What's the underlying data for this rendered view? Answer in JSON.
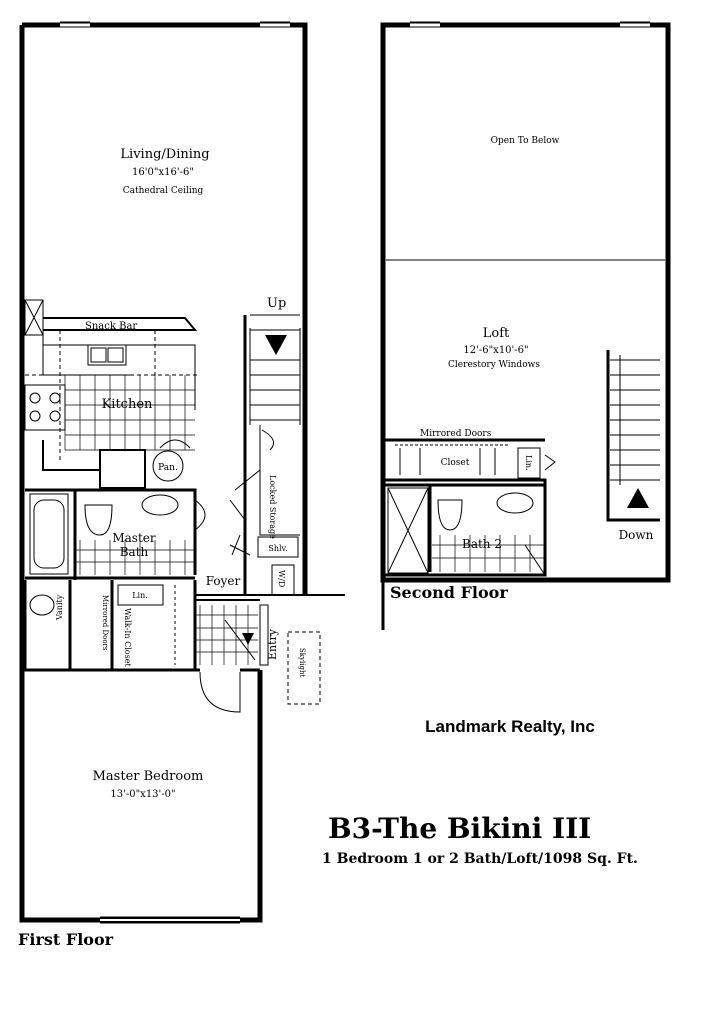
{
  "first_floor": {
    "floor_label": "First Floor",
    "living": {
      "name": "Living/Dining",
      "dims": "16'0\"x16'-6\"",
      "note": "Cathedral Ceiling"
    },
    "snack_bar": "Snack Bar",
    "kitchen": "Kitchen",
    "pan": "Pan.",
    "up": "Up",
    "locked_storage": "Locked Storage",
    "shlv": "Shlv.",
    "wd": "W/D",
    "master_bath": [
      "Master",
      "Bath"
    ],
    "foyer": "Foyer",
    "vanity": "Vanity",
    "mirrored_doors": "Mirrored Doors",
    "lin": "Lin.",
    "walk_in_closet": "Walk-In Closet",
    "entry": "Entry",
    "skylight": "Skylight",
    "bedroom": {
      "name": "Master Bedroom",
      "dims": "13'-0\"x13'-0\""
    }
  },
  "second_floor": {
    "floor_label": "Second Floor",
    "open_to_below": "Open To Below",
    "loft": {
      "name": "Loft",
      "dims": "12'-6\"x10'-6\"",
      "note": "Clerestory Windows"
    },
    "mirrored_doors": "Mirrored Doors",
    "closet": "Closet",
    "lin": "Lin.",
    "bath2": "Bath 2",
    "down": "Down"
  },
  "company": "Landmark Realty, Inc",
  "plan_title": "B3-The Bikini III",
  "plan_subtitle": "1 Bedroom 1 or 2 Bath/Loft/1098 Sq. Ft."
}
